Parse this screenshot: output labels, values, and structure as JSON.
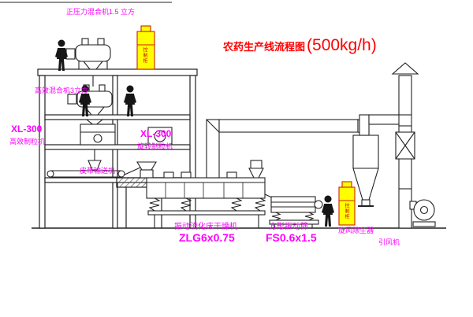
{
  "diagram": {
    "title": "农药生产线流程图",
    "capacity": "(500kg/h)"
  },
  "labels": {
    "mixer1": "正压力混合机1.5 立方",
    "mixer2": "高效混合机3立方",
    "granulator_left_model": "XL-300",
    "granulator_left_name": "高效制粒机",
    "granulator_mid_model": "XL-300",
    "granulator_mid_name": "旋转制粒机",
    "conveyor": "皮带输送机",
    "dryer_name": "振动流化床干燥机",
    "dryer_model": "ZLG6x0.75",
    "screen_name": "方形振动筛",
    "screen_model": "FS0.6x1.5",
    "cyclone": "旋风除尘器",
    "fan": "引风机",
    "cabinet1": "控制柜",
    "cabinet2": "控制柜"
  },
  "colors": {
    "label_magenta": "#FF00FF",
    "title_red": "#FF0000",
    "cabinet_yellow": "#FFFF00",
    "cabinet_border": "#CC2200",
    "line_dark": "#222222"
  }
}
